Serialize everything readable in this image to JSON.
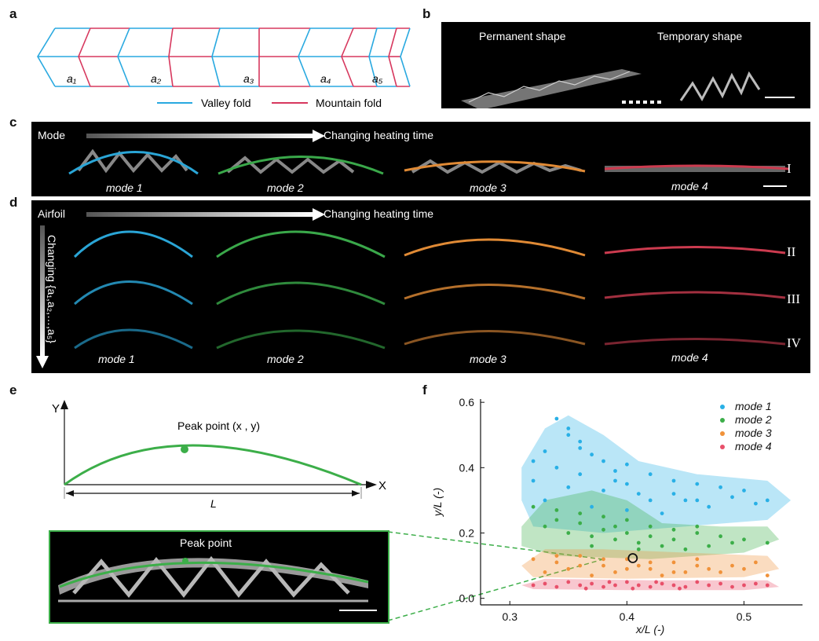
{
  "panels": {
    "a": "a",
    "b": "b",
    "c": "c",
    "d": "d",
    "e": "e",
    "f": "f"
  },
  "panel_a": {
    "segments": [
      "a₁",
      "a₂",
      "a₃",
      "a₄",
      "a₅"
    ],
    "legend_valley": "Valley fold",
    "legend_mountain": "Mountain fold",
    "valley_color": "#29a9e0",
    "mountain_color": "#d7385e"
  },
  "panel_b": {
    "permanent": "Permanent shape",
    "temporary": "Temporary shape"
  },
  "panel_c": {
    "mode_label": "Mode",
    "arrow_label": "Changing heating time",
    "modes": [
      "mode 1",
      "mode 2",
      "mode 3",
      "mode 4"
    ],
    "roman": "I"
  },
  "panel_d": {
    "airfoil_label": "Airfoil",
    "arrow_label": "Changing heating time",
    "vertical_label": "Changing {a₁,a₂,…,a₅}",
    "modes": [
      "mode 1",
      "mode 2",
      "mode 3",
      "mode 4"
    ],
    "romans": [
      "II",
      "III",
      "IV"
    ],
    "colors": [
      "#2aa5d6",
      "#3aa84a",
      "#e08a35",
      "#cc3b4f"
    ]
  },
  "panel_e": {
    "y_axis": "Y",
    "x_axis": "X",
    "peak_label": "Peak point (x , y)",
    "length_label": "L",
    "photo_peak_label": "Peak point",
    "curve_color": "#3cae49"
  },
  "chart_data": {
    "type": "scatter",
    "xlabel": "x/L (-)",
    "ylabel": "y/L (-)",
    "xlim": [
      0.275,
      0.55
    ],
    "ylim": [
      -0.02,
      0.61
    ],
    "xticks": [
      0.3,
      0.4,
      0.5
    ],
    "yticks": [
      0.0,
      0.2,
      0.4,
      0.6
    ],
    "xtick_labels": [
      "0.3",
      "0.4",
      "0.5"
    ],
    "ytick_labels": [
      "0.0",
      "0.2",
      "0.4",
      "0.6"
    ],
    "legend_position": "top-right",
    "highlight_point": {
      "x": 0.405,
      "y": 0.123
    },
    "series": [
      {
        "name": "mode 1",
        "color": "#29b0e6",
        "x_range": [
          0.31,
          0.53
        ],
        "y_range": [
          0.2,
          0.55
        ],
        "points": [
          [
            0.34,
            0.55
          ],
          [
            0.35,
            0.52
          ],
          [
            0.36,
            0.48
          ],
          [
            0.33,
            0.45
          ],
          [
            0.37,
            0.44
          ],
          [
            0.38,
            0.42
          ],
          [
            0.4,
            0.41
          ],
          [
            0.42,
            0.38
          ],
          [
            0.44,
            0.36
          ],
          [
            0.46,
            0.35
          ],
          [
            0.48,
            0.34
          ],
          [
            0.5,
            0.33
          ],
          [
            0.52,
            0.3
          ],
          [
            0.45,
            0.3
          ],
          [
            0.41,
            0.32
          ],
          [
            0.39,
            0.36
          ],
          [
            0.36,
            0.38
          ],
          [
            0.34,
            0.4
          ],
          [
            0.32,
            0.36
          ],
          [
            0.33,
            0.3
          ],
          [
            0.37,
            0.28
          ],
          [
            0.4,
            0.27
          ],
          [
            0.43,
            0.26
          ],
          [
            0.47,
            0.28
          ],
          [
            0.49,
            0.31
          ],
          [
            0.35,
            0.34
          ],
          [
            0.38,
            0.33
          ],
          [
            0.42,
            0.3
          ],
          [
            0.36,
            0.46
          ],
          [
            0.39,
            0.39
          ],
          [
            0.44,
            0.32
          ],
          [
            0.51,
            0.29
          ],
          [
            0.32,
            0.42
          ],
          [
            0.35,
            0.5
          ],
          [
            0.4,
            0.35
          ],
          [
            0.46,
            0.3
          ]
        ]
      },
      {
        "name": "mode 2",
        "color": "#3cae49",
        "x_range": [
          0.31,
          0.53
        ],
        "y_range": [
          0.12,
          0.3
        ],
        "points": [
          [
            0.32,
            0.28
          ],
          [
            0.34,
            0.27
          ],
          [
            0.36,
            0.26
          ],
          [
            0.38,
            0.25
          ],
          [
            0.4,
            0.24
          ],
          [
            0.42,
            0.22
          ],
          [
            0.44,
            0.21
          ],
          [
            0.46,
            0.2
          ],
          [
            0.48,
            0.19
          ],
          [
            0.5,
            0.18
          ],
          [
            0.52,
            0.17
          ],
          [
            0.33,
            0.22
          ],
          [
            0.35,
            0.2
          ],
          [
            0.37,
            0.19
          ],
          [
            0.39,
            0.18
          ],
          [
            0.41,
            0.17
          ],
          [
            0.43,
            0.16
          ],
          [
            0.45,
            0.15
          ],
          [
            0.47,
            0.16
          ],
          [
            0.49,
            0.17
          ],
          [
            0.36,
            0.23
          ],
          [
            0.38,
            0.21
          ],
          [
            0.4,
            0.2
          ],
          [
            0.42,
            0.19
          ],
          [
            0.44,
            0.18
          ],
          [
            0.34,
            0.24
          ],
          [
            0.46,
            0.22
          ],
          [
            0.39,
            0.22
          ],
          [
            0.41,
            0.15
          ],
          [
            0.37,
            0.16
          ]
        ]
      },
      {
        "name": "mode 3",
        "color": "#f0923a",
        "x_range": [
          0.31,
          0.53
        ],
        "y_range": [
          0.06,
          0.15
        ],
        "points": [
          [
            0.32,
            0.12
          ],
          [
            0.34,
            0.11
          ],
          [
            0.36,
            0.13
          ],
          [
            0.38,
            0.1
          ],
          [
            0.4,
            0.12
          ],
          [
            0.42,
            0.09
          ],
          [
            0.44,
            0.11
          ],
          [
            0.46,
            0.1
          ],
          [
            0.48,
            0.08
          ],
          [
            0.5,
            0.09
          ],
          [
            0.52,
            0.07
          ],
          [
            0.33,
            0.08
          ],
          [
            0.35,
            0.09
          ],
          [
            0.37,
            0.07
          ],
          [
            0.39,
            0.08
          ],
          [
            0.41,
            0.1
          ],
          [
            0.43,
            0.07
          ],
          [
            0.45,
            0.08
          ],
          [
            0.47,
            0.09
          ],
          [
            0.49,
            0.1
          ],
          [
            0.36,
            0.1
          ],
          [
            0.38,
            0.12
          ],
          [
            0.4,
            0.09
          ],
          [
            0.42,
            0.11
          ],
          [
            0.44,
            0.08
          ],
          [
            0.46,
            0.12
          ],
          [
            0.34,
            0.13
          ],
          [
            0.51,
            0.11
          ]
        ]
      },
      {
        "name": "mode 4",
        "color": "#e8506a",
        "x_range": [
          0.31,
          0.53
        ],
        "y_range": [
          0.03,
          0.05
        ],
        "points": [
          [
            0.32,
            0.04
          ],
          [
            0.33,
            0.045
          ],
          [
            0.34,
            0.035
          ],
          [
            0.35,
            0.05
          ],
          [
            0.36,
            0.04
          ],
          [
            0.37,
            0.045
          ],
          [
            0.38,
            0.035
          ],
          [
            0.39,
            0.04
          ],
          [
            0.4,
            0.05
          ],
          [
            0.41,
            0.04
          ],
          [
            0.42,
            0.035
          ],
          [
            0.43,
            0.045
          ],
          [
            0.44,
            0.04
          ],
          [
            0.45,
            0.035
          ],
          [
            0.46,
            0.05
          ],
          [
            0.47,
            0.04
          ],
          [
            0.48,
            0.045
          ],
          [
            0.49,
            0.035
          ],
          [
            0.5,
            0.04
          ],
          [
            0.51,
            0.045
          ],
          [
            0.52,
            0.04
          ],
          [
            0.365,
            0.03
          ],
          [
            0.385,
            0.05
          ],
          [
            0.405,
            0.03
          ],
          [
            0.425,
            0.05
          ],
          [
            0.445,
            0.03
          ]
        ]
      }
    ]
  }
}
